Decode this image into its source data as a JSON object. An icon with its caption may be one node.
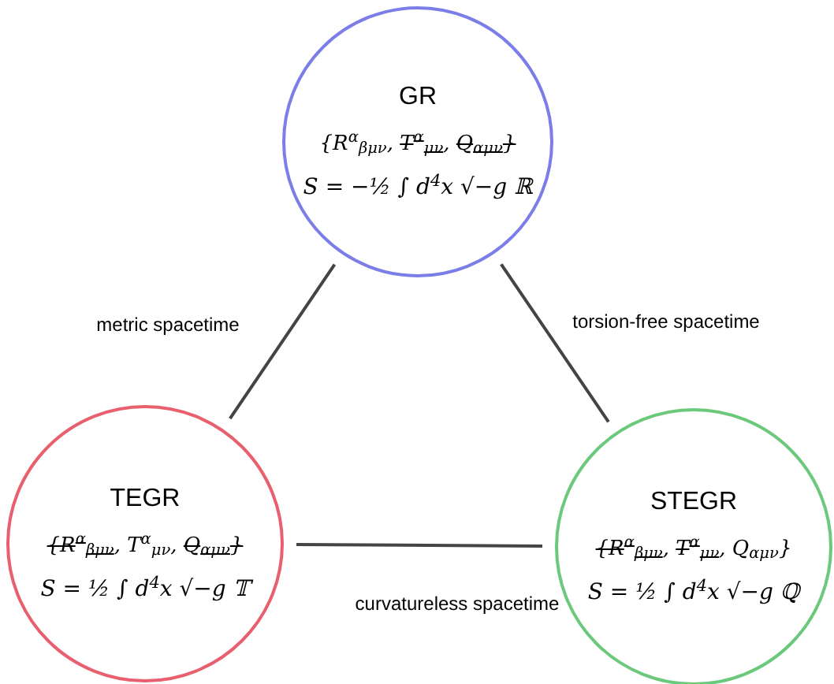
{
  "diagram": {
    "nodes": [
      {
        "text": [
          "GR",
          "{R$^{α}$$_{βμν}$, T$^{α}$$_{μν}$, Q$_{αμν}$}",
          "S = −½ ∫ d$^{4}$x √−g ℝ"
        ]
      },
      {
        "text": [
          "TEGR",
          "{R$^{α}$$_{βμν}$, T$^{α}$$_{μν}$, Q$_{αμν}$}",
          "S = ½ ∫ d$^{4}$x √−g 𝕋"
        ]
      },
      {
        "text": [
          "STEGR",
          "{R$^{α}$$_{βμν}$, T$^{α}$$_{μν}$, Q$_{αμν}$}",
          "S = ½ ∫ d$^{4}$x √−g ℚ"
        ]
      }
    ],
    "edges": [
      {
        "from": 0,
        "to": 1,
        "arrow": "none",
        "label": "metric spacetime"
      },
      {
        "from": 0,
        "to": 2,
        "arrow": "none",
        "label": "torsion-free spacetime"
      },
      {
        "from": 1,
        "to": 2,
        "arrow": "none",
        "label": "curvatureless spacetime"
      }
    ]
  }
}
